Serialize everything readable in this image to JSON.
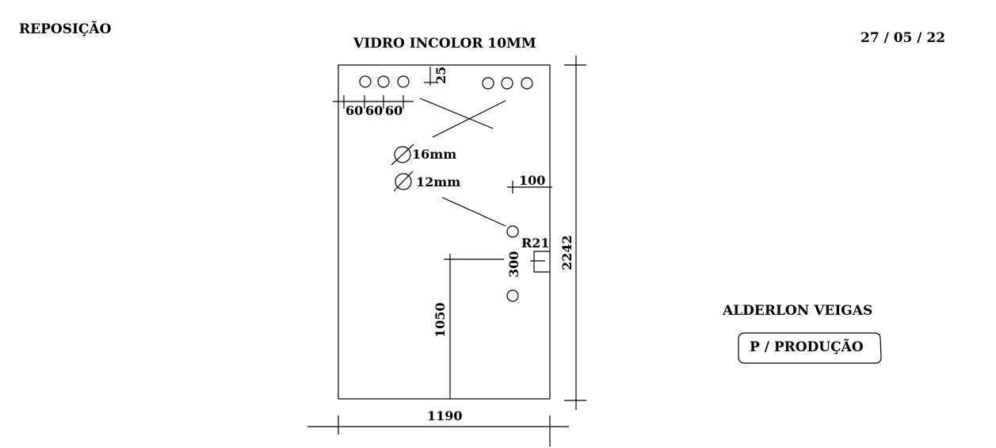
{
  "header": {
    "left_label": "REPOSIÇÃO",
    "title": "VIDRO INCOLOR 10MM",
    "date": "27 / 05 / 22"
  },
  "dimensions": {
    "top_offset": "25",
    "spacing_1": "60",
    "spacing_2": "60",
    "spacing_3": "60",
    "hole_16": "16mm",
    "hole_12": "12mm",
    "side_offset": "100",
    "radius": "R21",
    "hole_spacing": "300",
    "height_from_bottom": "1050",
    "total_height": "2242",
    "total_width": "1190"
  },
  "signature": {
    "name": "ALDERLON VEIGAS",
    "stamp": "P / PRODUÇÃO"
  }
}
